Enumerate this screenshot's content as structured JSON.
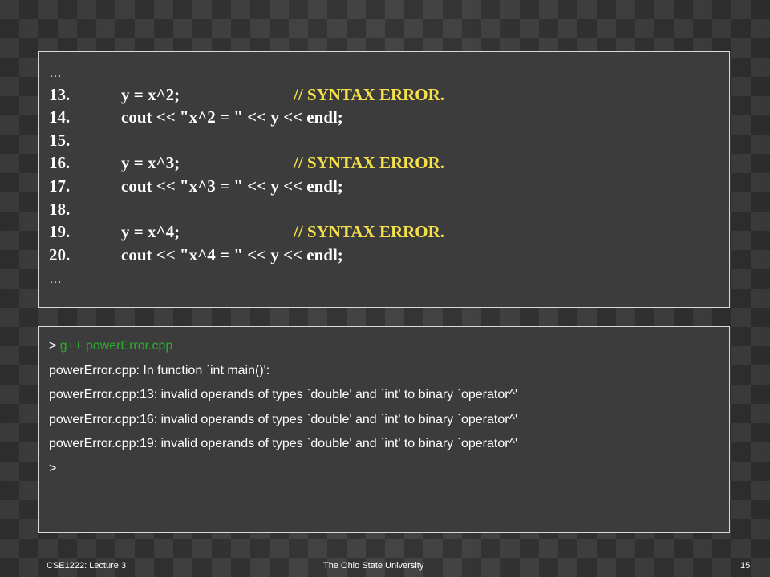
{
  "code": {
    "ellipsis_top": "…",
    "ellipsis_bottom": "…",
    "lines": [
      {
        "num": "13.",
        "stmt": "y = x^2;",
        "comment": "// SYNTAX ERROR."
      },
      {
        "num": "14.",
        "stmt": "cout << \"x^2 = \" << y << endl;",
        "comment": ""
      },
      {
        "num": "15.",
        "stmt": "",
        "comment": ""
      },
      {
        "num": "16.",
        "stmt": "y = x^3;",
        "comment": "// SYNTAX ERROR."
      },
      {
        "num": "17.",
        "stmt": "cout << \"x^3 = \" << y << endl;",
        "comment": ""
      },
      {
        "num": "18.",
        "stmt": "",
        "comment": ""
      },
      {
        "num": "19.",
        "stmt": "y = x^4;",
        "comment": "// SYNTAX ERROR."
      },
      {
        "num": "20.",
        "stmt": "cout << \"x^4 = \" << y << endl;",
        "comment": ""
      }
    ]
  },
  "terminal": {
    "prompt": "> ",
    "command": "g++ powerError.cpp",
    "lines": [
      "powerError.cpp: In function `int main()':",
      "powerError.cpp:13: invalid operands of types `double' and `int' to binary `operator^'",
      "powerError.cpp:16: invalid operands of types `double' and `int' to binary `operator^'",
      "powerError.cpp:19: invalid operands of types `double' and `int' to binary `operator^'"
    ],
    "final_prompt": ">"
  },
  "footer": {
    "course": "CSE1222: Lecture 3",
    "university": "The Ohio State University",
    "page": "15"
  },
  "colors": {
    "comment": "#f5e14b",
    "command": "#2fae2f",
    "background": "#3c3c3c",
    "border": "#d8d8d8"
  }
}
